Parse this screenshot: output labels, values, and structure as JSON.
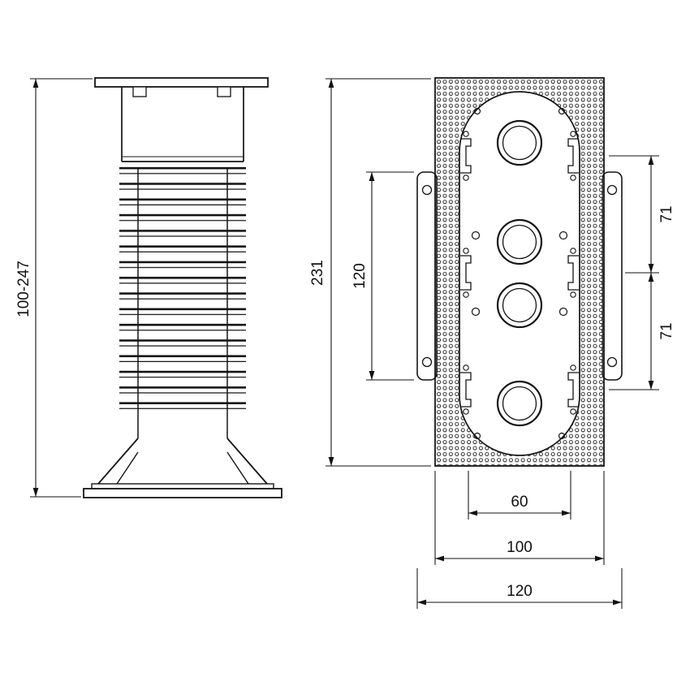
{
  "drawing": {
    "side_view": {
      "height_range": "100-247"
    },
    "plan_view": {
      "overall_length": "231",
      "tab_length": "120",
      "pitch_upper": "71",
      "pitch_lower": "71",
      "slot_width": "60",
      "body_width": "100",
      "overall_width": "120"
    }
  }
}
